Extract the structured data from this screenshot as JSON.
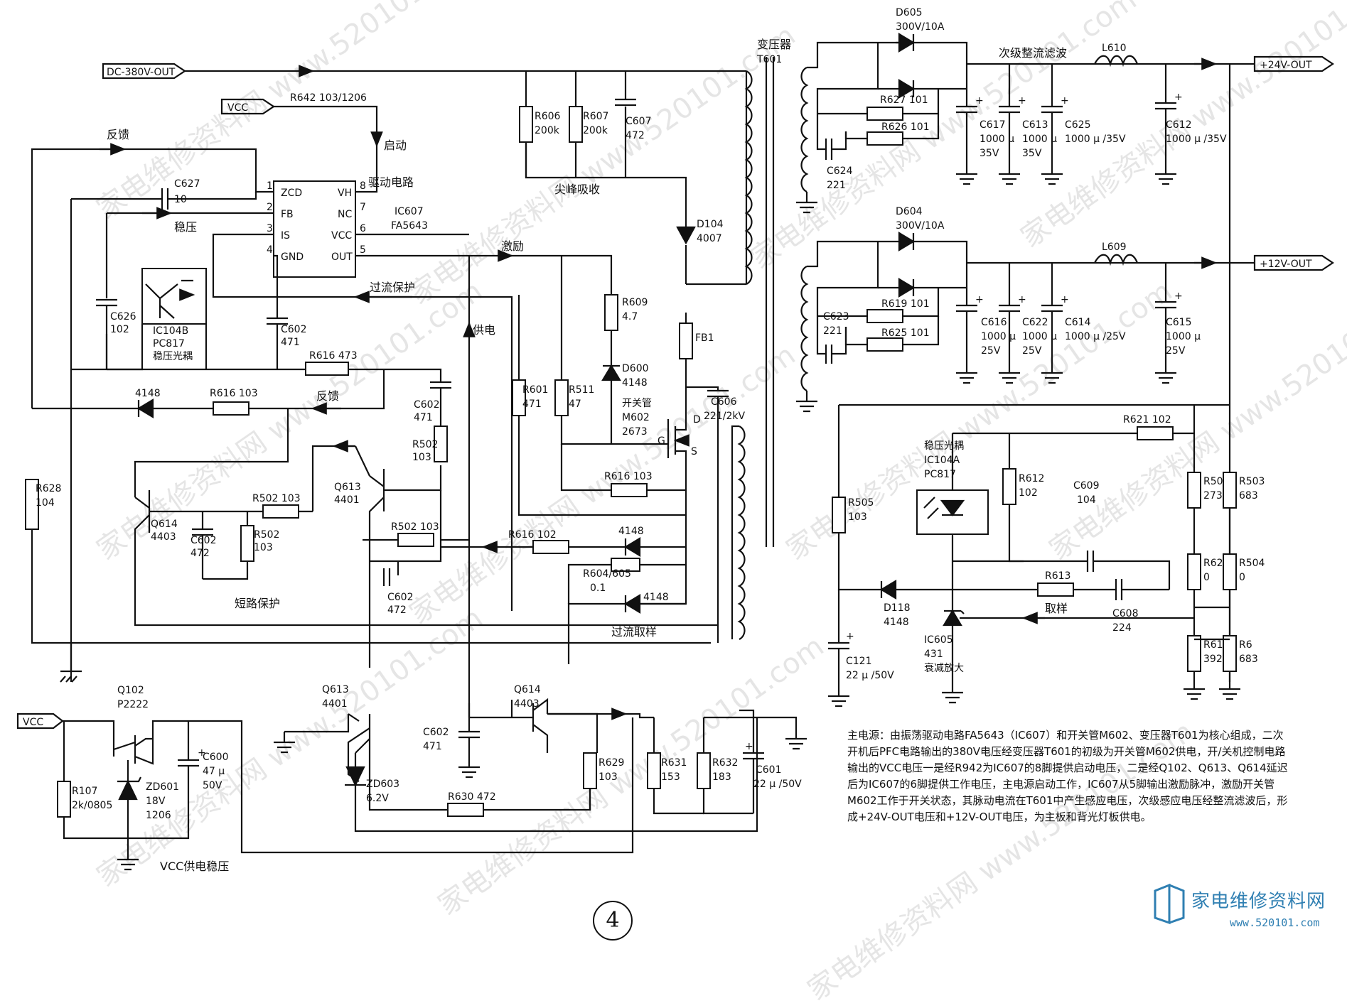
{
  "ports": {
    "dc380": "DC-380V-OUT",
    "vcc_top": "VCC",
    "vcc_bottom": "VCC",
    "out24": "+24V-OUT",
    "out12": "+12V-OUT"
  },
  "ic607": {
    "name": "IC607",
    "part": "FA5643",
    "pins": {
      "p1": "1",
      "p2": "2",
      "p3": "3",
      "p4": "4",
      "p5": "5",
      "p6": "6",
      "p7": "7",
      "p8": "8",
      "zcd": "ZCD",
      "fb": "FB",
      "is": "IS",
      "gnd": "GND",
      "vh": "VH",
      "nc": "NC",
      "vcc": "VCC",
      "out": "OUT"
    }
  },
  "labels": {
    "feedback": "反馈",
    "startup": "启动",
    "drive_circuit": "驱动电路",
    "regulation": "稳压",
    "excitation": "激励",
    "overcurrent": "过流保护",
    "power_supply": "供电",
    "feedback2": "反馈",
    "short_protect": "短路保护",
    "oc_sample": "过流取样",
    "spike": "尖峰吸收",
    "switch_tube": "开关管",
    "transformer": "变压器",
    "transformer_ref": "T601",
    "secondary": "次级整流滤波",
    "vcc_reg": "VCC供电稳压",
    "opto_reg": "稳压光耦",
    "sample": "取样",
    "atten_amp": "衰减放大"
  },
  "components": {
    "r642": "R642  103/1206",
    "c627": "C627",
    "c627v": "10",
    "ic104b": "IC104B",
    "pc817": "PC817",
    "opto_label": "稳压光耦",
    "c626": "C626",
    "c626v": "102",
    "c602a": "C602",
    "c602av": "471",
    "r616a": "R616  473",
    "d4148a": "4148",
    "r616b": "R616  103",
    "c602b": "C602",
    "c602bv": "471",
    "r502a": "R502",
    "r502av": "103",
    "q613a": "Q613",
    "q613av": "4401",
    "q614a": "Q614",
    "q614av": "4403",
    "r502b": "R502  103",
    "c602c": "C602",
    "c602cv": "472",
    "r502c": "R502",
    "r502cv": "103",
    "r502d": "R502  103",
    "c602d": "C602",
    "c602dv": "472",
    "r628": "R628",
    "r628v": "104",
    "r606": "R606",
    "r606v": "200k",
    "r607": "R607",
    "r607v": "200k",
    "c607": "C607",
    "c607v": "472",
    "d104": "D104",
    "d104v": "4007",
    "r609": "R609",
    "r609v": "4.7",
    "d600": "D600",
    "d600v": "4148",
    "r601": "R601",
    "r601v": "471",
    "r511": "R511",
    "r511v": "47",
    "m602": "M602",
    "m602v": "2673",
    "fb1": "FB1",
    "c606": "C606",
    "c606v": "221/2kV",
    "r616c": "R616  103",
    "r616d": "R616  102",
    "d4148b": "4148",
    "r604": "R604/605",
    "r604v": "0.1",
    "d4148c": "4148",
    "gate_g": "G",
    "gate_d": "D",
    "gate_s": "S",
    "d605": "D605",
    "d605v": "300V/10A",
    "l610": "L610",
    "r627": "R627  101",
    "r626": "R626  101",
    "c624": "C624",
    "c624v": "221",
    "c617": "C617",
    "c617v": "1000 μ",
    "c617w": "35V",
    "c613": "C613",
    "c613v": "1000 μ",
    "c613w": "35V",
    "c625": "C625",
    "c625v": "1000 μ /35V",
    "c612": "C612",
    "c612v": "1000 μ /35V",
    "d604": "D604",
    "d604v": "300V/10A",
    "l609": "L609",
    "r619": "R619  101",
    "r625": "R625  101",
    "c623": "C623",
    "c623v": "221",
    "c616": "C616",
    "c616v": "1000 μ",
    "c616w": "25V",
    "c622": "C622",
    "c622v": "1000 μ",
    "c622w": "25V",
    "c614": "C614",
    "c614v": "1000 μ /25V",
    "c615": "C615",
    "c615v": "1000 μ",
    "c615w": "25V",
    "r621": "R621  102",
    "ic104a": "IC104A",
    "pc817b": "PC817",
    "r612": "R612",
    "r612v": "102",
    "c609": "C609",
    "c609v": "104",
    "r505": "R505",
    "r505v": "103",
    "d118": "D118",
    "d118v": "4148",
    "r613": "R613",
    "c608": "C608",
    "c608v": "224",
    "c121": "C121",
    "c121v": "22 μ /50V",
    "ic605": "IC605",
    "ic605v": "431",
    "r504a": "R504",
    "r504av": "273",
    "r503": "R503",
    "r503v": "683",
    "r622": "R622",
    "r622v": "0",
    "r504b": "R504",
    "r504bv": "0",
    "r617": "R617",
    "r617v": "392",
    "r6": "R6",
    "r6v": "683",
    "q102": "Q102",
    "q102v": "P2222",
    "r107": "R107",
    "r107v": "2k/0805",
    "zd601": "ZD601",
    "zd601v": "18V",
    "zd601w": "1206",
    "c600": "C600",
    "c600v": "47 μ",
    "c600w": "50V",
    "q613b": "Q613",
    "q613bv": "4401",
    "zd603": "ZD603",
    "zd603v": "6.2V",
    "c602e": "C602",
    "c602ev": "471",
    "q614b": "Q614",
    "q614bv": "4403",
    "r630": "R630  472",
    "r629": "R629",
    "r629v": "103",
    "r631": "R631",
    "r631v": "153",
    "r632": "R632",
    "r632v": "183",
    "c601": "C601",
    "c601v": "22 μ /50V"
  },
  "description": "主电源：由振荡驱动电路FA5643（IC607）和开关管M602、变压器T601为核心组成，二次开机后PFC电路输出的380V电压经变压器T601的初级为开关管M602供电，开/关机控制电路输出的VCC电压一是经R942为IC607的8脚提供启动电压，二是经Q102、Q613、Q614延迟后为IC607的6脚提供工作电压，主电源启动工作，IC607从5脚输出激励脉冲，激励开关管M602工作于开关状态，其脉动电流在T601中产生感应电压，次级感应电压经整流滤波后，形成+24V-OUT电压和+12V-OUT电压，为主板和背光灯板供电。",
  "page_number": "4",
  "logo": {
    "text": "家电维修资料网",
    "url": "www.520101.com"
  },
  "watermark": "家电维修资料网  www.520101.com"
}
